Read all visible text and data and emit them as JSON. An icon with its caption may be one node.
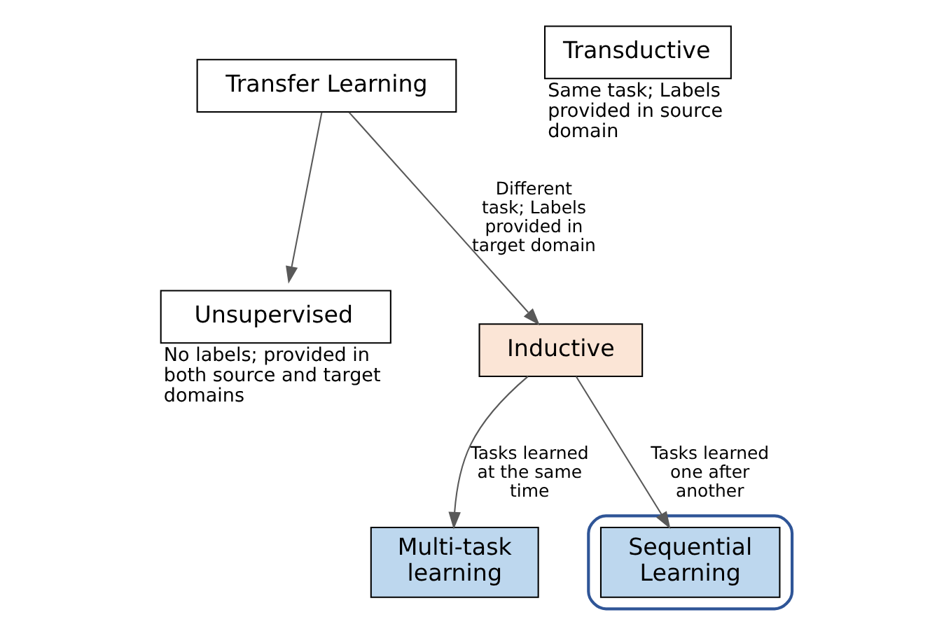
{
  "diagram": {
    "nodes": [
      {
        "text": [
          "Transfer Learning"
        ]
      },
      {
        "text": [
          "Unsupervised"
        ],
        "beside": [
          "No labels; provided in both source and target domains"
        ]
      },
      {
        "text": [
          "Transductive"
        ],
        "beside": [
          "Same task; Labels provided in source domain"
        ]
      },
      {
        "text": [
          "Inductive"
        ]
      },
      {
        "text": [
          "Multi-task learning"
        ]
      },
      {
        "text": [],
        "shape": "box"
      },
      {
        "text": [
          "Sequential Learning"
        ],
        "in": 5
      }
    ],
    "edges": [
      {
        "from": 0,
        "to": 1,
        "arrow": "to"
      },
      {
        "from": 0,
        "to": 3,
        "arrow": "to",
        "label": "Different task; Labels provided in target domain"
      },
      {
        "from": 3,
        "to": 4,
        "arrow": "to",
        "label": "Tasks learned at the same time"
      },
      {
        "from": 3,
        "to": 6,
        "arrow": "to",
        "label": "Tasks learned one after another"
      }
    ]
  }
}
